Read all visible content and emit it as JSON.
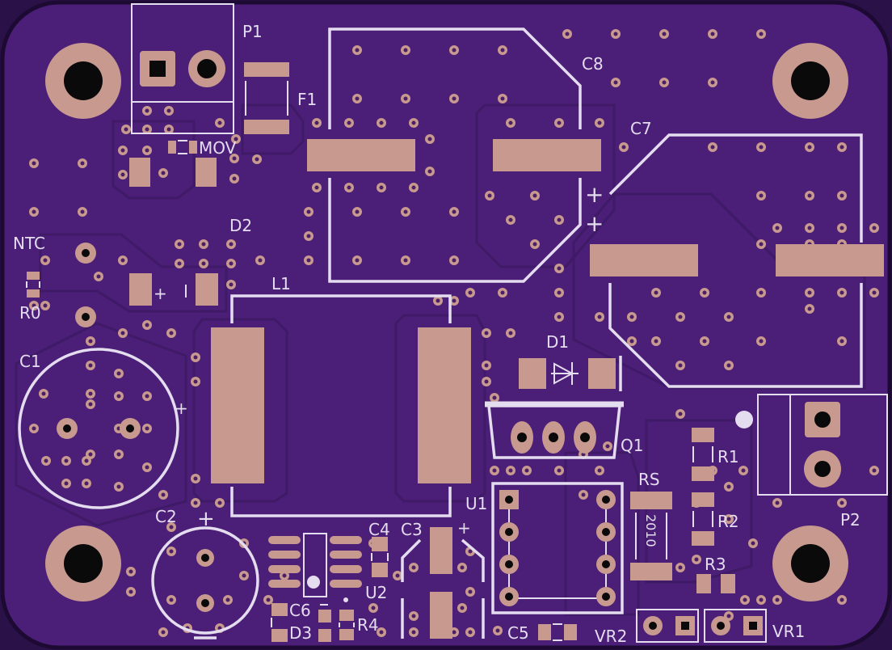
{
  "board": {
    "colors": {
      "board": "#4b1e78",
      "copper_pour_outline": "#3f1a66",
      "pad": "#c7998f",
      "silkscreen": "#e4dcef",
      "drill": "#0a0a0a",
      "edge": "#1c0a33"
    },
    "labels": {
      "p1": "P1",
      "f1": "F1",
      "mov": "MOV",
      "c8": "C8",
      "c7": "C7",
      "d2": "D2",
      "ntc": "NTC",
      "r0": "R0",
      "l1": "L1",
      "c1": "C1",
      "d1": "D1",
      "q1": "Q1",
      "c2": "C2",
      "c4": "C4",
      "c3": "C3",
      "u1": "U1",
      "rs": "RS",
      "rs_size": "2010",
      "r1": "R1",
      "r2": "R2",
      "r3": "R3",
      "p2": "P2",
      "c6": "C6",
      "d3": "D3",
      "r4": "R4",
      "u2": "U2",
      "c5": "C5",
      "vr2": "VR2",
      "vr1": "VR1",
      "plus": "+"
    }
  }
}
